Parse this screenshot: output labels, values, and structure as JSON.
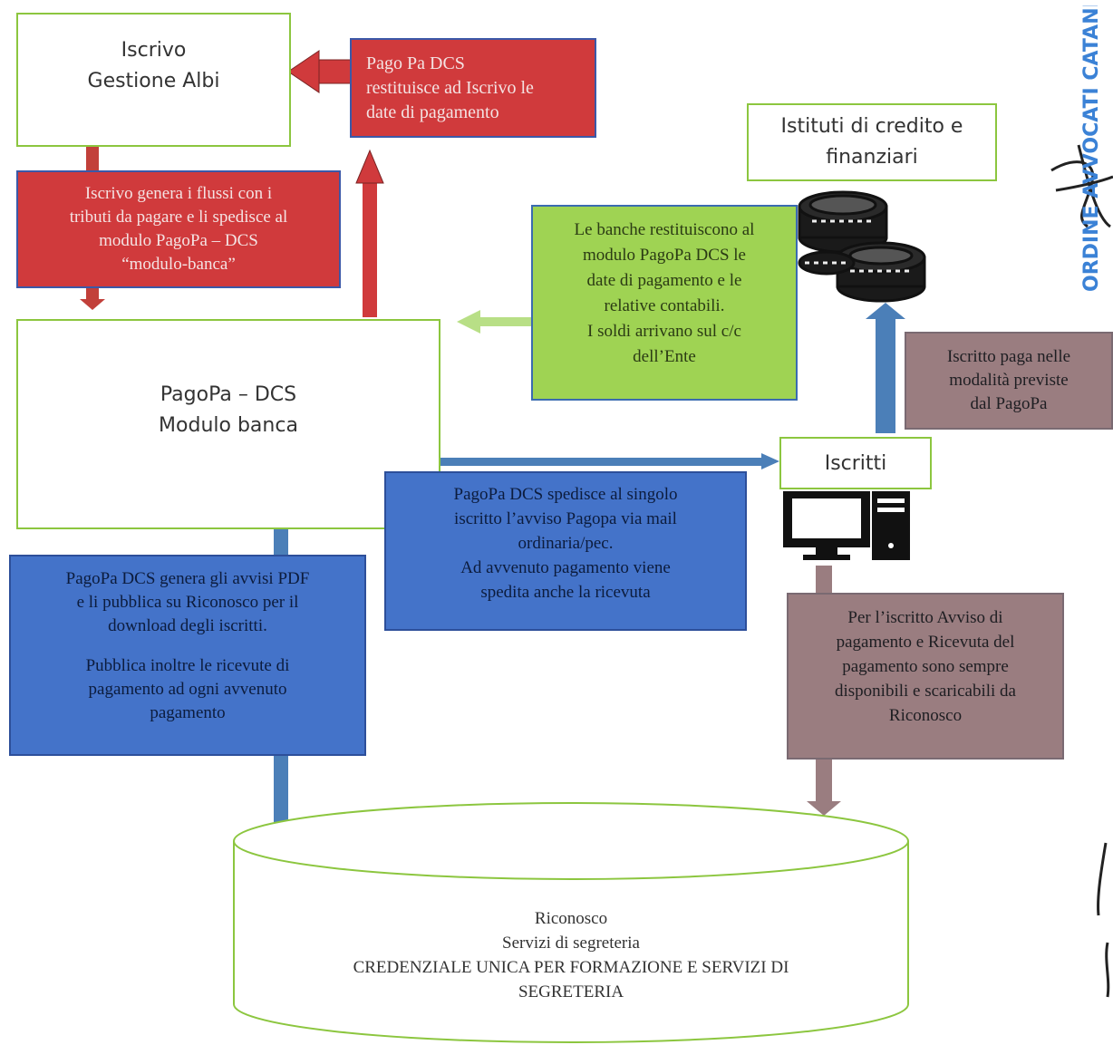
{
  "boxes": {
    "iscrivo": [
      "Iscrivo",
      "Gestione Albi"
    ],
    "pagopa_return": [
      "Pago Pa DCS",
      "restituisce ad Iscrivo le",
      "date di pagamento"
    ],
    "istituti": [
      "Istituti di credito e",
      "finanziari"
    ],
    "iscrivo_flussi": [
      "Iscrivo genera i flussi con i",
      "tributi da pagare e li spedisce al",
      "modulo PagoPa – DCS",
      "“modulo-banca”"
    ],
    "banche": [
      "Le banche restituiscono al",
      "modulo PagoPa DCS le",
      "date di pagamento e le",
      "relative contabili.",
      "I soldi arrivano sul c/c",
      "dell’Ente"
    ],
    "modulo_banca": [
      "PagoPa – DCS",
      "Modulo banca"
    ],
    "iscritto_paga": [
      "Iscritto paga nelle",
      "modalità previste",
      "dal PagoPa"
    ],
    "iscritti": "Iscritti",
    "avviso_mail": [
      "PagoPa DCS spedisce al singolo",
      "iscritto l’avviso Pagopa via mail",
      "ordinaria/pec.",
      "Ad avvenuto pagamento viene",
      "spedita anche la ricevuta"
    ],
    "genera_pdf": [
      "PagoPa DCS genera gli avvisi PDF",
      "e li pubblica su Riconosco per il",
      "download degli iscritti.",
      "",
      "Pubblica inoltre le ricevute di",
      "pagamento ad ogni avvenuto",
      "pagamento"
    ],
    "per_iscritto": [
      "Per l’iscritto Avviso di",
      "pagamento e Ricevuta del",
      "pagamento sono sempre",
      "disponibili e scaricabili da",
      "Riconosco"
    ],
    "riconosco": [
      "Riconosco",
      "Servizi di segreteria",
      "CREDENZIALE UNICA PER FORMAZIONE E SERVIZI DI",
      "SEGRETERIA"
    ]
  },
  "stamp": {
    "text": "ORDINE AVVOCATI CATANIA"
  },
  "colors": {
    "red": "#d03a3c",
    "green": "#9fd353",
    "blue": "#4473c9",
    "mauve": "#9a7d80",
    "outline": "#8cc63f"
  },
  "icons": [
    "coins-icon",
    "computer-icon",
    "stamp-seal",
    "signature"
  ]
}
